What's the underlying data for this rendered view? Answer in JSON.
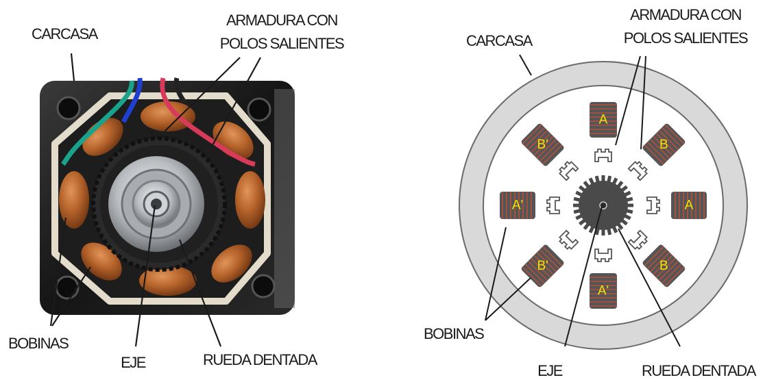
{
  "photo": {
    "labels": {
      "carcasa": "CARCASA",
      "armadura_line1": "ARMADURA CON",
      "armadura_line2": "POLOS SALIENTES",
      "bobinas": "BOBINAS",
      "eje": "EJE",
      "rueda": "RUEDA DENTADA"
    }
  },
  "diagram": {
    "labels": {
      "carcasa": "CARCASA",
      "armadura_line1": "ARMADURA CON",
      "armadura_line2": "POLOS SALIENTES",
      "bobinas": "BOBINAS",
      "eje": "EJE",
      "rueda": "RUEDA DENTADA"
    },
    "coils": {
      "top": "A",
      "bottom": "A'",
      "right": "A",
      "left": "A'",
      "upper_right": "B",
      "lower_right": "B",
      "upper_left": "B'",
      "lower_left": "B'"
    },
    "colors": {
      "housing": "#d9d9d9",
      "coil_body": "#555555",
      "coil_winding": "#b5503c",
      "coil_text": "#f2e600",
      "rotor": "#4a4a4a"
    }
  }
}
